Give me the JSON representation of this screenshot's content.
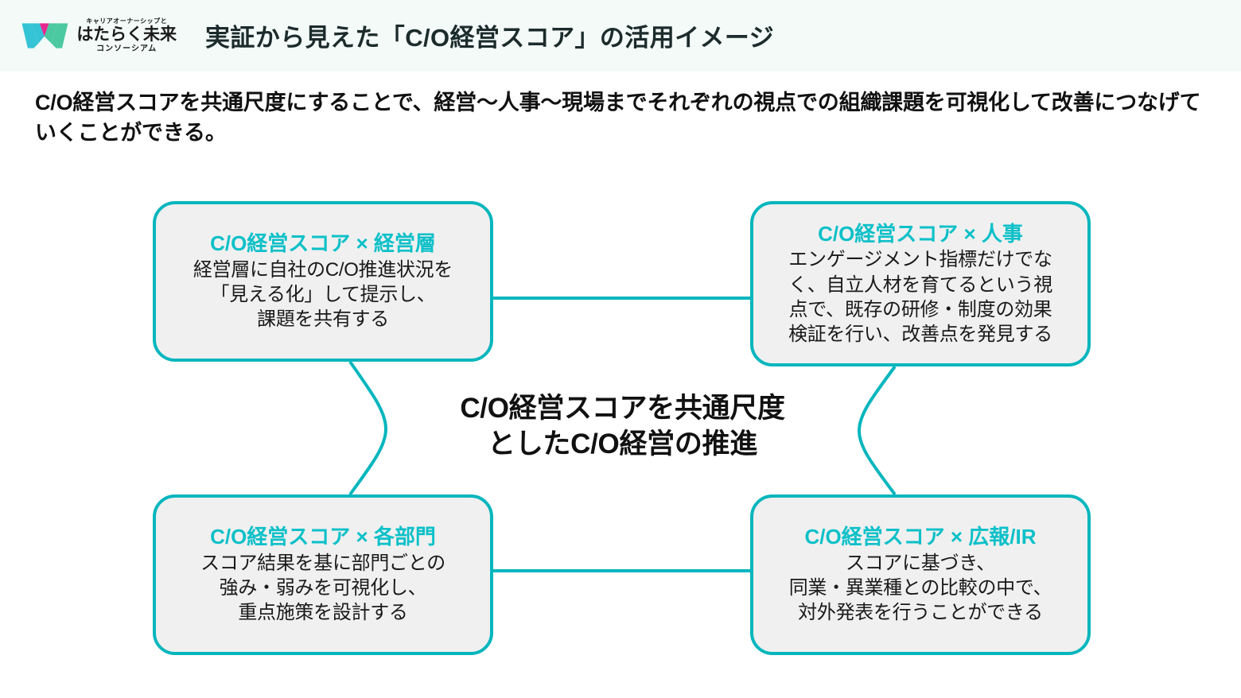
{
  "header": {
    "title": "実証から見えた「C/O経営スコア」の活用イメージ",
    "logo": {
      "tag_top": "キャリアオーナーシップと",
      "main": "はたらく未来",
      "tag_bottom": "コンソーシアム",
      "color_left": "#35c3d6",
      "color_peak": "#e6268e",
      "color_right": "#4bc9a0"
    },
    "band_color": "#f3faf8"
  },
  "lead": "C/O経営スコアを共通尺度にすることで、経営〜人事〜現場までそれぞれの視点での組織課題を可視化して改善につなげていくことができる。",
  "diagram": {
    "accent_color": "#06b6bd",
    "node_fill": "#f0f0f0",
    "title_color": "#0cc0c8",
    "center_label_line1": "C/O経営スコアを共通尺度",
    "center_label_line2": "としたC/O経営の推進",
    "nodes": [
      {
        "id": "exec",
        "title": "C/O経営スコア × 経営層",
        "body_lines": [
          "経営層に自社のC/O推進状況を",
          "「見える化」して提示し、",
          "課題を共有する"
        ]
      },
      {
        "id": "hr",
        "title": "C/O経営スコア × 人事",
        "body_lines": [
          "エンゲージメント指標だけでな",
          "く、自立人材を育てるという視",
          "点で、既存の研修・制度の効果",
          "検証を行い、改善点を発見する"
        ]
      },
      {
        "id": "dept",
        "title": "C/O経営スコア × 各部門",
        "body_lines": [
          "スコア結果を基に部門ごとの",
          "強み・弱みを可視化し、",
          "重点施策を設計する"
        ]
      },
      {
        "id": "pr",
        "title": "C/O経営スコア × 広報/IR",
        "body_lines": [
          "スコアに基づき、",
          "同業・異業種との比較の中で、",
          "対外発表を行うことができる"
        ]
      }
    ]
  }
}
